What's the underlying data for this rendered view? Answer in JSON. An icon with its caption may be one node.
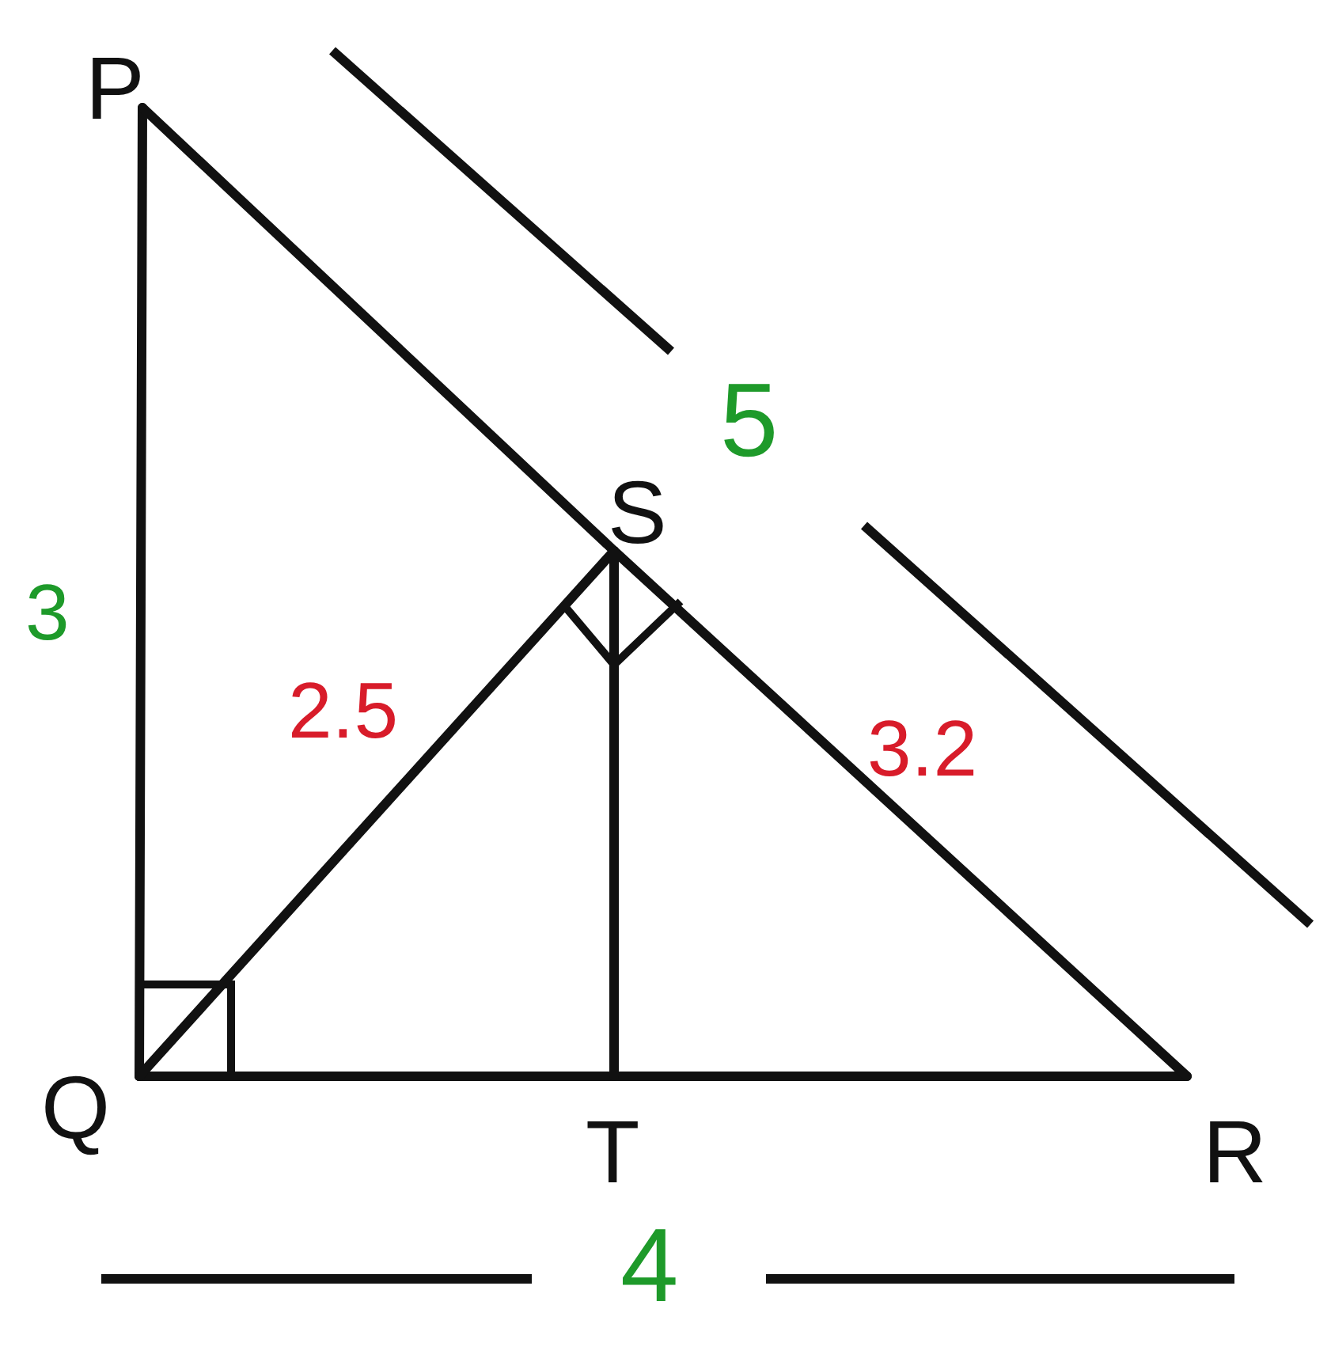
{
  "diagram": {
    "nodes": [
      {
        "text": [
          "P"
        ]
      },
      {
        "text": [
          "Q"
        ]
      },
      {
        "text": [
          "R"
        ]
      },
      {
        "text": [
          "S"
        ]
      },
      {
        "text": [
          "T"
        ]
      }
    ],
    "edges": [
      {
        "from": 0,
        "to": 1,
        "arrow": "none",
        "label": "3"
      },
      {
        "from": 1,
        "to": 4,
        "arrow": "none"
      },
      {
        "from": 4,
        "to": 2,
        "arrow": "none"
      },
      {
        "from": 0,
        "to": 3,
        "arrow": "none"
      },
      {
        "from": 3,
        "to": 2,
        "arrow": "none",
        "label": "3.2"
      },
      {
        "from": 1,
        "to": 3,
        "arrow": "none",
        "label": "2.5"
      },
      {
        "from": 3,
        "to": 4,
        "arrow": "none"
      }
    ],
    "labels": [
      "5",
      "4"
    ]
  }
}
